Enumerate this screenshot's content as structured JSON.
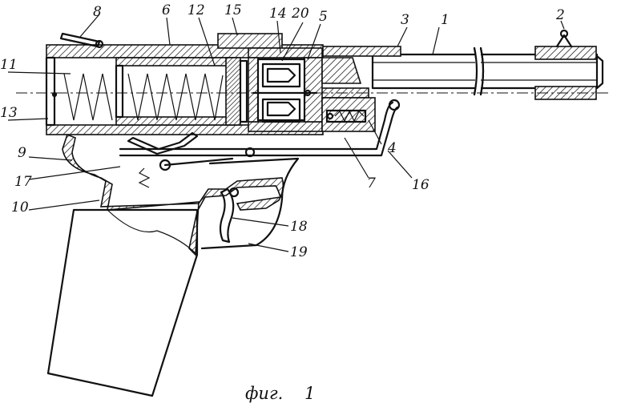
{
  "caption": {
    "prefix": "фиг.",
    "number": "1"
  },
  "labels": [
    {
      "id": "barrel",
      "text": "1"
    },
    {
      "id": "front-sight",
      "text": "2"
    },
    {
      "id": "barrel-mount",
      "text": "3"
    },
    {
      "id": "trigger-guard-front",
      "text": "4"
    },
    {
      "id": "cylinder-frame",
      "text": "5"
    },
    {
      "id": "receiver-top",
      "text": "6"
    },
    {
      "id": "sear-spring",
      "text": "7"
    },
    {
      "id": "cocking-lever",
      "text": "8"
    },
    {
      "id": "housing",
      "text": "9"
    },
    {
      "id": "grip-frame",
      "text": "10"
    },
    {
      "id": "main-spring",
      "text": "11"
    },
    {
      "id": "piston",
      "text": "12"
    },
    {
      "id": "end-cap",
      "text": "13"
    },
    {
      "id": "chamber",
      "text": "14"
    },
    {
      "id": "upper-block",
      "text": "15"
    },
    {
      "id": "trigger-rod",
      "text": "16"
    },
    {
      "id": "lower-spring",
      "text": "17"
    },
    {
      "id": "trigger",
      "text": "18"
    },
    {
      "id": "trigger-guard",
      "text": "19"
    },
    {
      "id": "projectile",
      "text": "20"
    }
  ]
}
